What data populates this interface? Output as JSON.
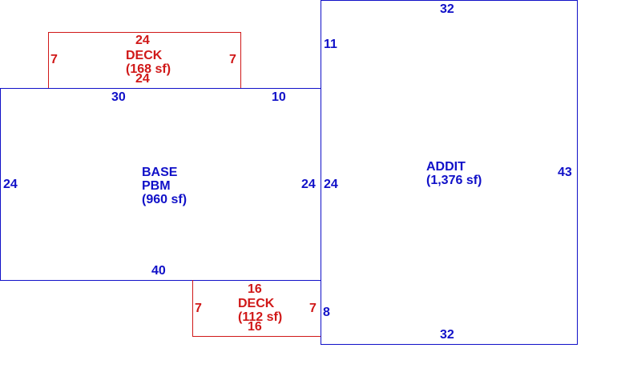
{
  "colors": {
    "main": "#1010c8",
    "deck": "#d01818",
    "background": "#ffffff"
  },
  "deck_top": {
    "name": "DECK",
    "area": "(168 sf)",
    "dims": {
      "top": "24",
      "bottom": "24",
      "left": "7",
      "right": "7"
    }
  },
  "base": {
    "name": "BASE",
    "subname": "PBM",
    "area": "(960 sf)",
    "dims": {
      "top_left": "30",
      "top_right": "10",
      "left": "24",
      "right": "24",
      "bottom": "40"
    }
  },
  "addit": {
    "name": "ADDIT",
    "area": "(1,376 sf)",
    "dims": {
      "top": "32",
      "bottom": "32",
      "right": "43",
      "left_upper": "11",
      "left_mid": "24",
      "left_lower": "8"
    }
  },
  "deck_bottom": {
    "name": "DECK",
    "area": "(112 sf)",
    "dims": {
      "top": "16",
      "bottom": "16",
      "left": "7",
      "right": "7"
    }
  }
}
